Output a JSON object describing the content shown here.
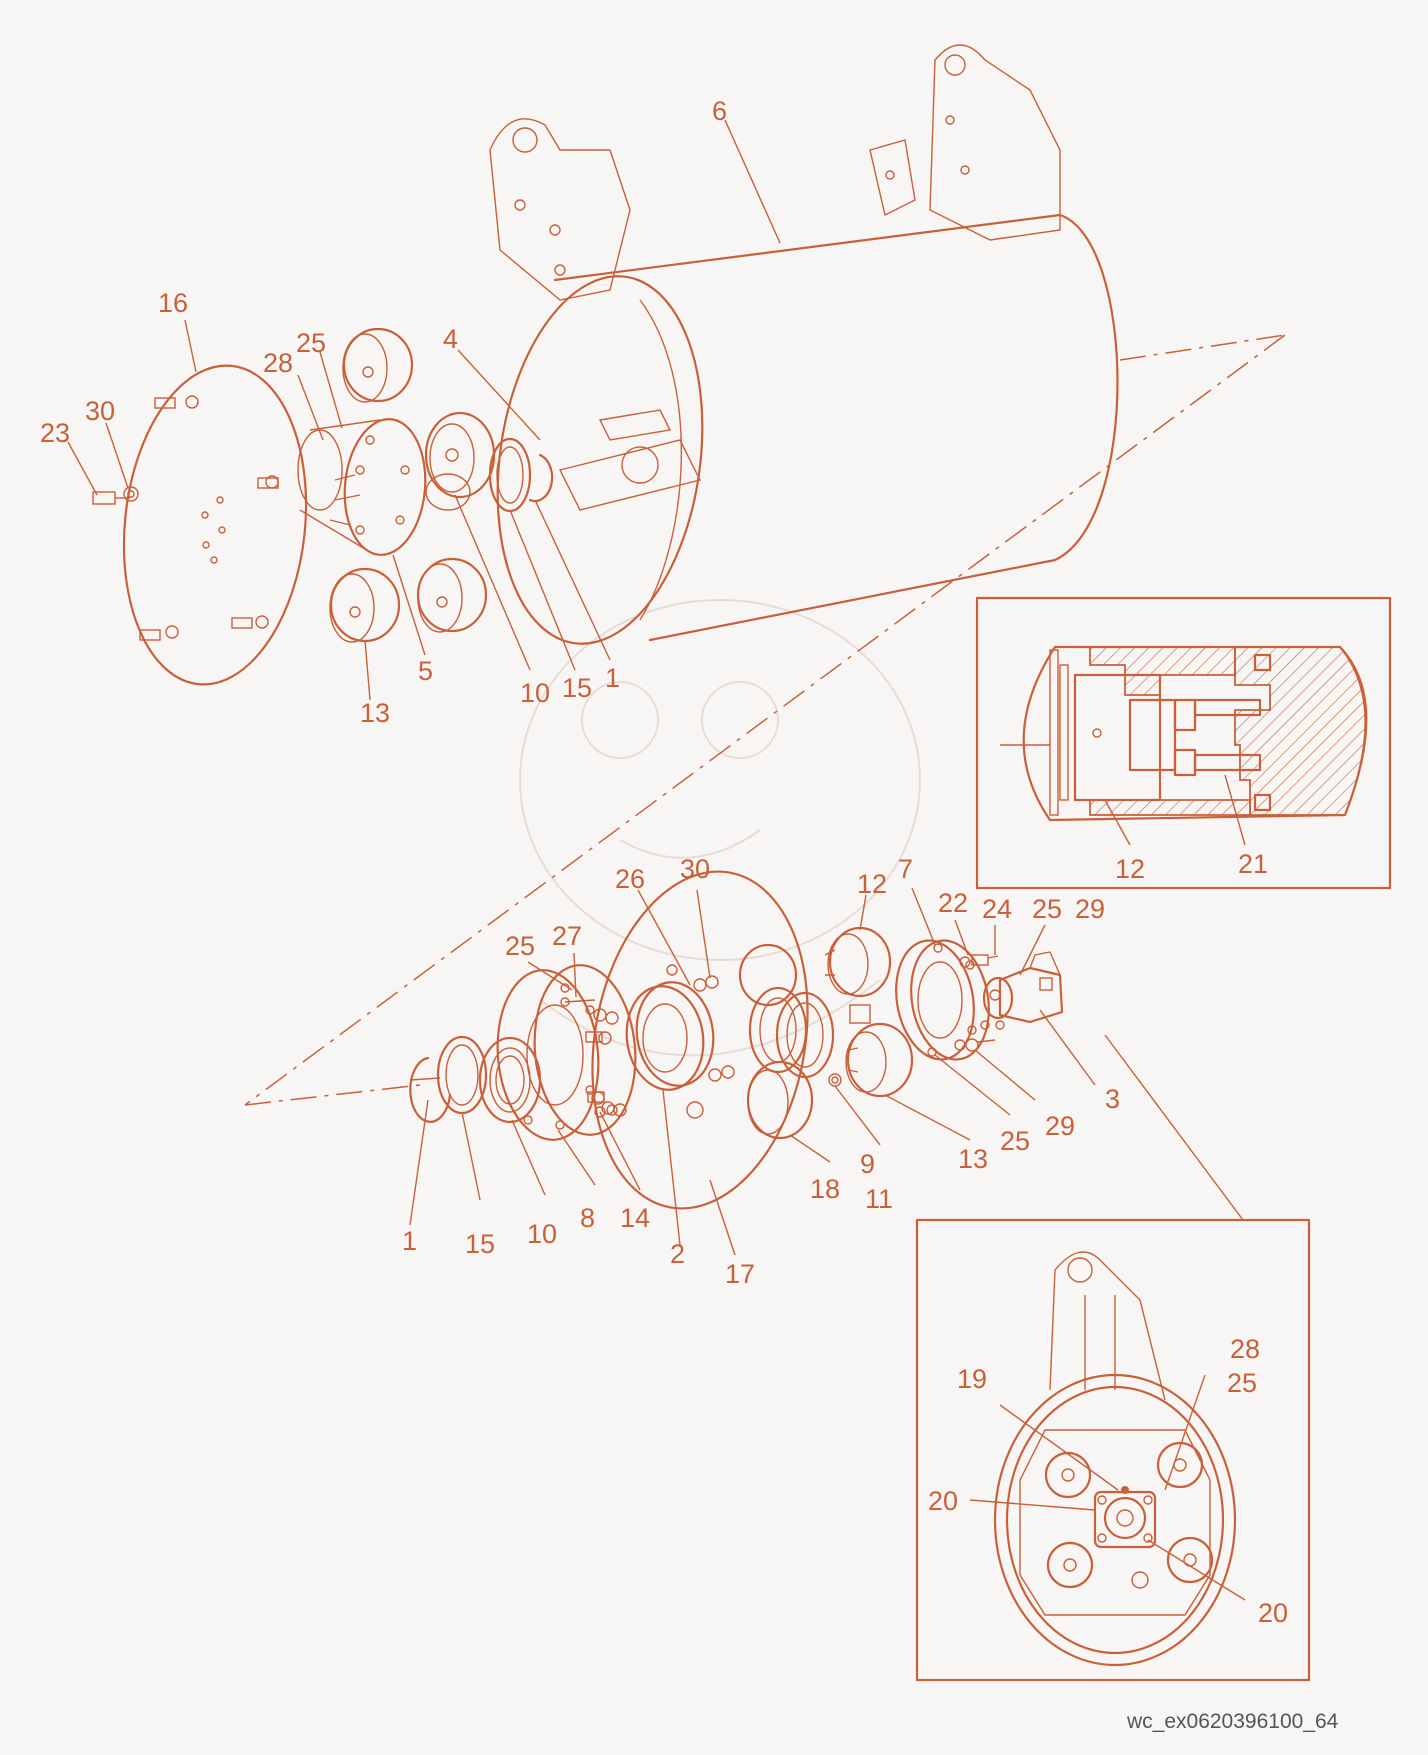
{
  "drawing_code": "wc_ex0620396100_64",
  "colors": {
    "line": "#c8603a",
    "background": "#f8f6f4",
    "code_text": "#555555"
  },
  "labels": [
    {
      "id": "l6",
      "text": "6"
    },
    {
      "id": "l16",
      "text": "16"
    },
    {
      "id": "l25a",
      "text": "25"
    },
    {
      "id": "l28a",
      "text": "28"
    },
    {
      "id": "l4",
      "text": "4"
    },
    {
      "id": "l30a",
      "text": "30"
    },
    {
      "id": "l23",
      "text": "23"
    },
    {
      "id": "l5",
      "text": "5"
    },
    {
      "id": "l13a",
      "text": "13"
    },
    {
      "id": "l10a",
      "text": "10"
    },
    {
      "id": "l15a",
      "text": "15"
    },
    {
      "id": "l1a",
      "text": "1"
    },
    {
      "id": "l12a",
      "text": "12"
    },
    {
      "id": "l21",
      "text": "21"
    },
    {
      "id": "l26",
      "text": "26"
    },
    {
      "id": "l30b",
      "text": "30"
    },
    {
      "id": "l12b",
      "text": "12"
    },
    {
      "id": "l7",
      "text": "7"
    },
    {
      "id": "l22",
      "text": "22"
    },
    {
      "id": "l24",
      "text": "24"
    },
    {
      "id": "l25b",
      "text": "25"
    },
    {
      "id": "l29a",
      "text": "29"
    },
    {
      "id": "l25c",
      "text": "25"
    },
    {
      "id": "l27",
      "text": "27"
    },
    {
      "id": "l3",
      "text": "3"
    },
    {
      "id": "l29b",
      "text": "29"
    },
    {
      "id": "l25d",
      "text": "25"
    },
    {
      "id": "l13b",
      "text": "13"
    },
    {
      "id": "l9",
      "text": "9"
    },
    {
      "id": "l11",
      "text": "11"
    },
    {
      "id": "l18",
      "text": "18"
    },
    {
      "id": "l17",
      "text": "17"
    },
    {
      "id": "l2",
      "text": "2"
    },
    {
      "id": "l14",
      "text": "14"
    },
    {
      "id": "l8",
      "text": "8"
    },
    {
      "id": "l10b",
      "text": "10"
    },
    {
      "id": "l15b",
      "text": "15"
    },
    {
      "id": "l1b",
      "text": "1"
    },
    {
      "id": "l28b",
      "text": "28"
    },
    {
      "id": "l25e",
      "text": "25"
    },
    {
      "id": "l19",
      "text": "19"
    },
    {
      "id": "l20a",
      "text": "20"
    },
    {
      "id": "l20b",
      "text": "20"
    }
  ]
}
